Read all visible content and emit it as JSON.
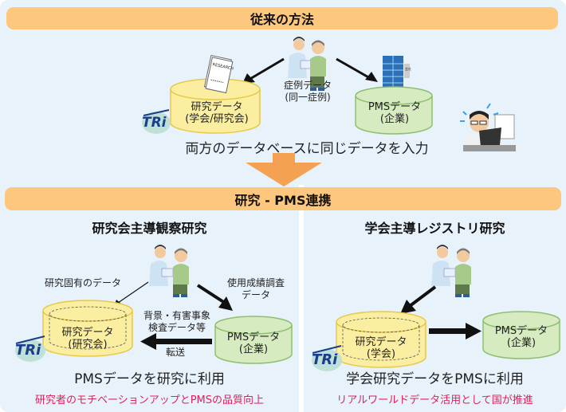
{
  "top": {
    "title": "従来の方法",
    "case_data_line1": "症例データ",
    "case_data_line2": "(同一症例)",
    "research_db_line1": "研究データ",
    "research_db_line2": "(学会/研究会)",
    "pms_db_line1": "PMSデータ",
    "pms_db_line2": "(企業)",
    "document_label": "RESEARCH",
    "building_sign": "会社",
    "caption": "両方のデータベースに同じデータを入力"
  },
  "middle": {
    "title": "研究 - PMS連携"
  },
  "left": {
    "subtitle": "研究会主導観察研究",
    "research_specific": "研究固有のデータ",
    "pms_survey_line1": "使用成績調査",
    "pms_survey_line2": "データ",
    "transfer_items_line1": "背景・有害事象",
    "transfer_items_line2": "検査データ等",
    "transfer_label": "転送",
    "research_db_line1": "研究データ",
    "research_db_line2": "(研究会)",
    "pms_db_line1": "PMSデータ",
    "pms_db_line2": "(企業)",
    "caption": "PMSデータを研究に利用",
    "benefit": "研究者のモチベーションアップとPMSの品質向上"
  },
  "right": {
    "subtitle": "学会主導レジストリ研究",
    "research_db_line1": "研究データ",
    "research_db_line2": "(学会)",
    "pms_db_line1": "PMSデータ",
    "pms_db_line2": "(企業)",
    "caption": "学会研究データをPMSに利用",
    "benefit": "リアルワールドデータ活用として国が推進"
  },
  "logo_text": "TRi",
  "colors": {
    "panel_bg": "#e8f2fb",
    "header_bar": "#fdc77e",
    "arrow_orange": "#f4a154",
    "research_db_fill": "#fbeea0",
    "research_db_stroke": "#e6c84a",
    "pms_db_fill": "#d6ebc0",
    "pms_db_stroke": "#8fbf70",
    "highlight_red": "#e0205a",
    "logo_blue": "#1a3e8c"
  }
}
